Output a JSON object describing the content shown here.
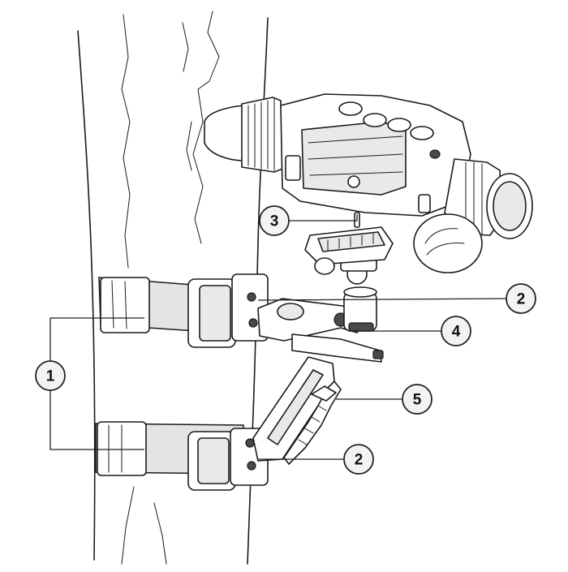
{
  "callouts": [
    {
      "id": "c1",
      "label": "1"
    },
    {
      "id": "c2a",
      "label": "2"
    },
    {
      "id": "c2b",
      "label": "2"
    },
    {
      "id": "c3",
      "label": "3"
    },
    {
      "id": "c4",
      "label": "4"
    },
    {
      "id": "c5",
      "label": "5"
    }
  ],
  "colors": {
    "line": "#1a1a1a",
    "strap_fill": "#e4e4e4",
    "callout_fill": "#f3f3f3",
    "background": "#ffffff"
  }
}
